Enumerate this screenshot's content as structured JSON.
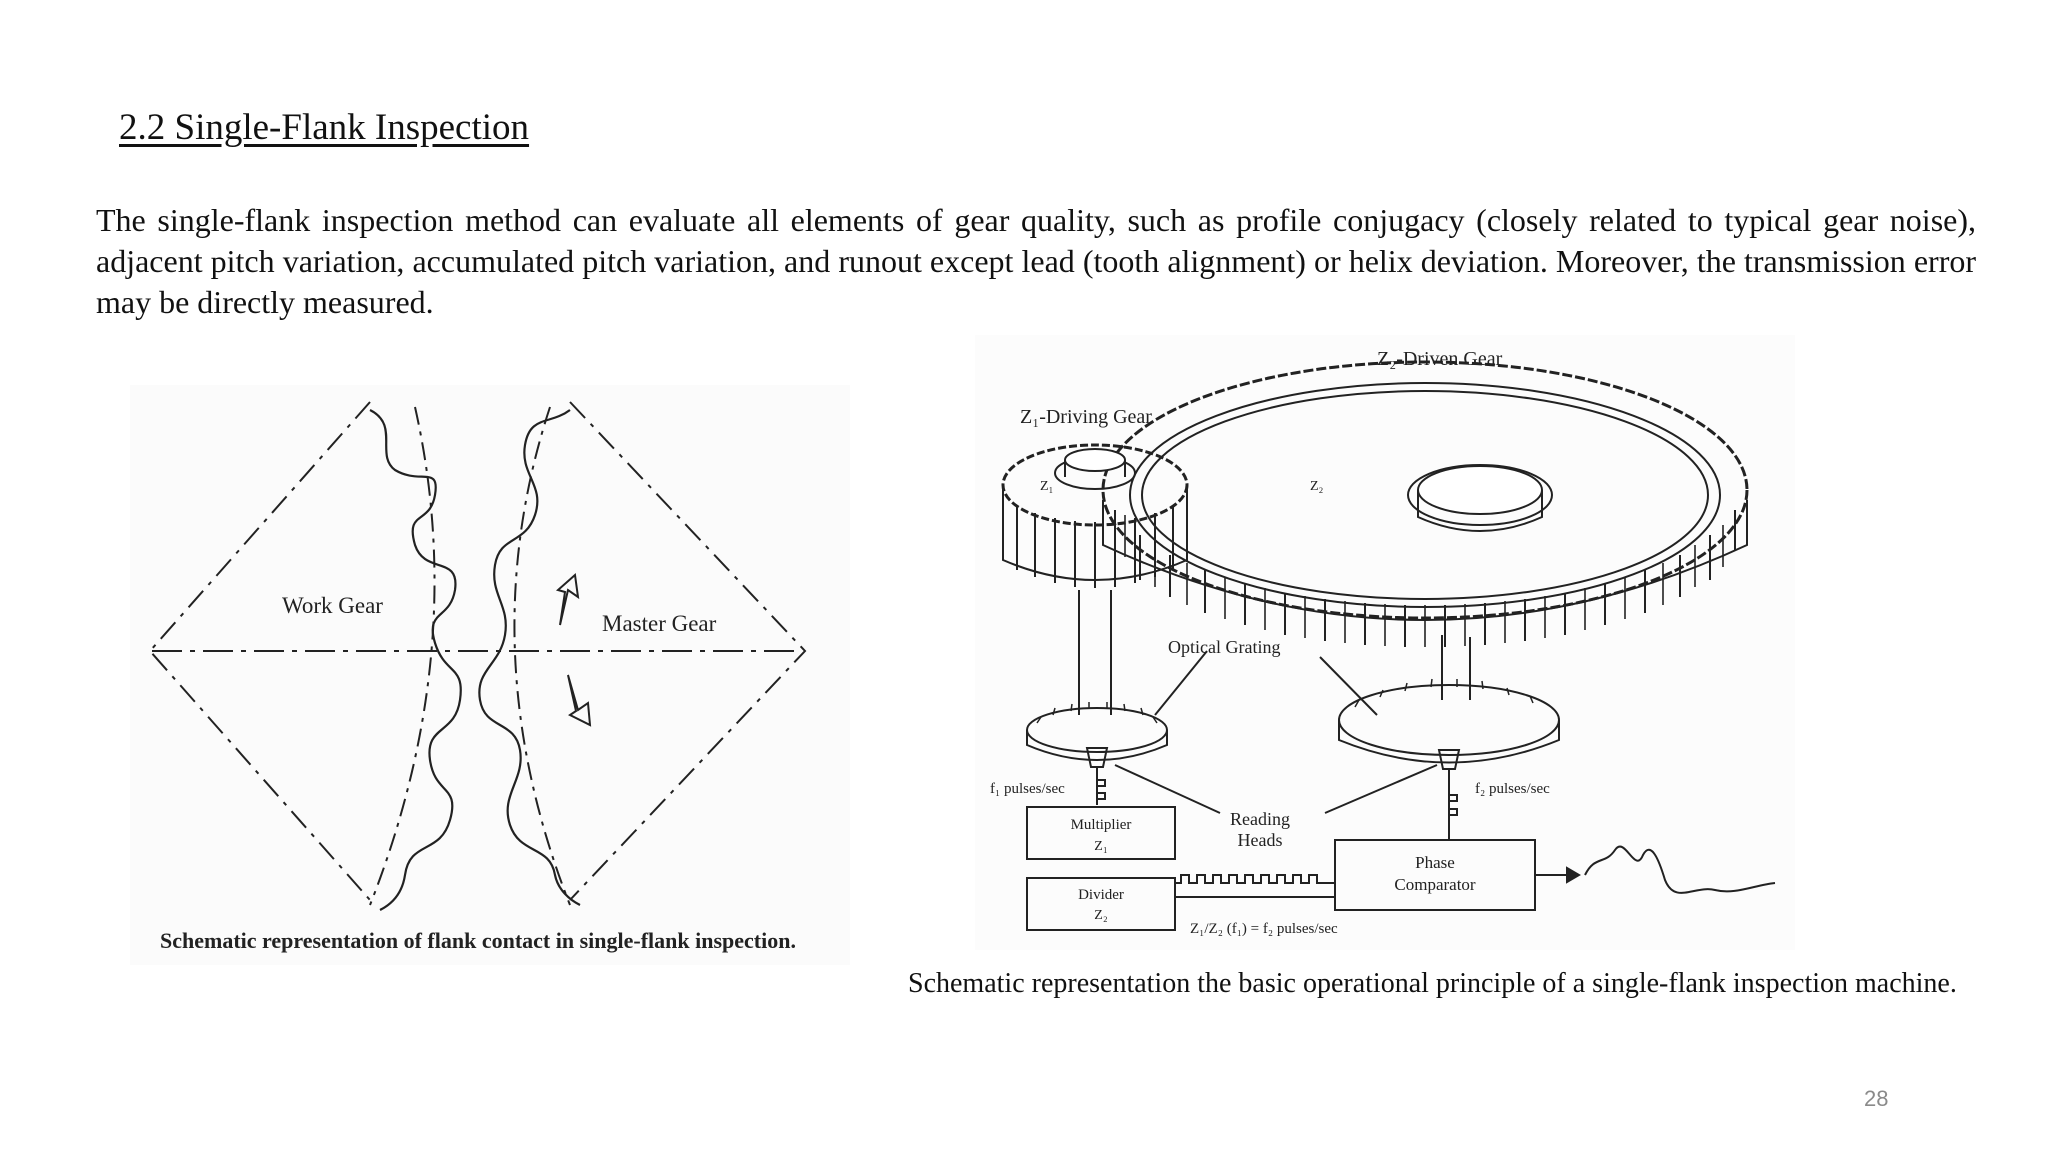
{
  "heading": "2.2 Single-Flank Inspection",
  "body": "The single-flank inspection method can evaluate all elements of gear quality, such as profile conjugacy (closely related to typical gear noise), adjacent pitch variation, accumulated pitch variation, and runout except lead (tooth alignment) or helix deviation. Moreover, the transmission error may be directly measured.",
  "left_figure": {
    "work_gear": "Work Gear",
    "master_gear": "Master Gear",
    "caption": "Schematic representation of flank contact in single-flank inspection."
  },
  "right_figure": {
    "driven_gear": "Z₂-Driven Gear",
    "driving_gear": "Z₁-Driving Gear",
    "z1": "Z₁",
    "z2": "Z₂",
    "optical_grating": "Optical Grating",
    "f1_pulses": "f₁ pulses/sec",
    "f2_pulses": "f₂ pulses/sec",
    "multiplier": "Multiplier",
    "multiplier_z": "Z₁",
    "reading": "Reading",
    "heads": "Heads",
    "divider": "Divider",
    "divider_z": "Z₂",
    "phase": "Phase",
    "comparator": "Comparator",
    "formula": "Z₁/Z₂ (f₁) = f₂ pulses/sec"
  },
  "caption_right": "Schematic representation the basic operational principle of a single-flank inspection machine.",
  "page_number": "28"
}
